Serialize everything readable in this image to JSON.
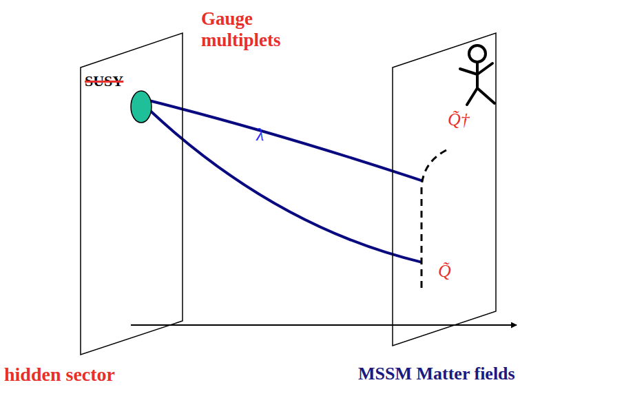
{
  "diagram": {
    "nodes": [
      {
        "text": [
          "SUSY"
        ]
      },
      {
        "text": [
          "Q̃†",
          "Q̃"
        ]
      }
    ],
    "edges": [
      {
        "from": 0,
        "to": 1,
        "arrow": "none",
        "label": "λ"
      },
      {
        "from": 0,
        "to": 1,
        "arrow": "none"
      }
    ],
    "labels": [
      "Gauge multiplets",
      "hidden sector",
      "MSSM Matter fields"
    ]
  }
}
